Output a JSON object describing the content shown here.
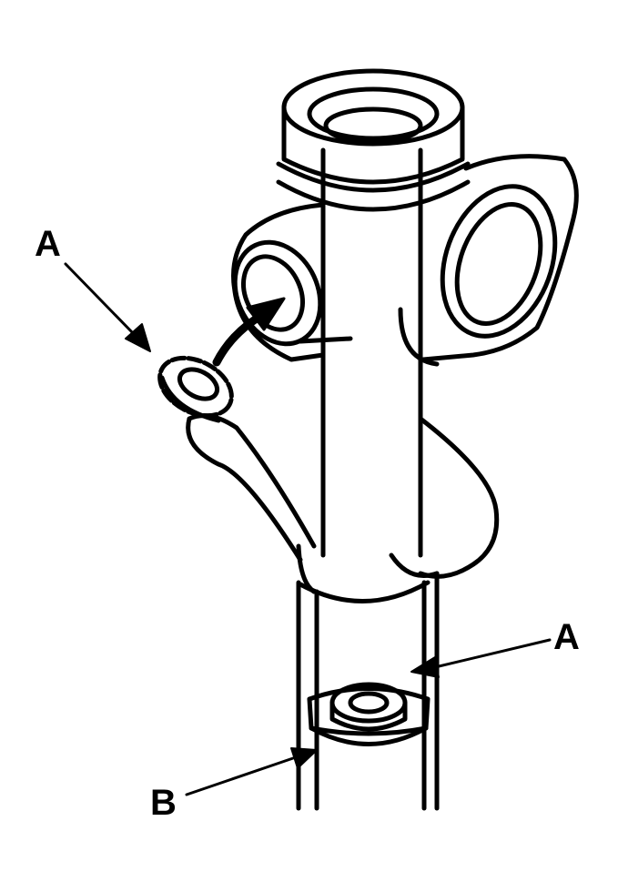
{
  "callouts": {
    "a_left": "A",
    "a_right": "A",
    "b": "B"
  },
  "colors": {
    "ink": "#000000",
    "paper": "#ffffff"
  }
}
